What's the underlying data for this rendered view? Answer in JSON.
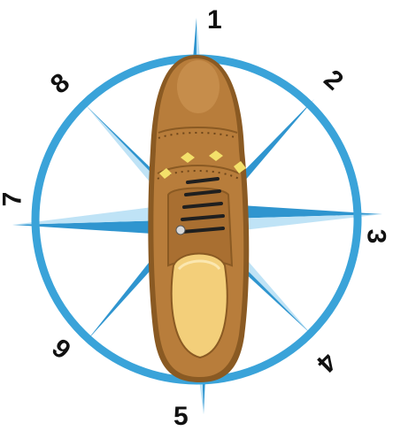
{
  "labels": [
    "1",
    "2",
    "3",
    "4",
    "5",
    "6",
    "7",
    "8"
  ],
  "colors": {
    "ring": "#3aa3d9",
    "star_dark": "#2f95cf",
    "star_light": "#bfe3f6",
    "leather": "#b87d3b",
    "leather_dark": "#8a5a23",
    "lining": "#f3cf7a",
    "laces": "#1f1f1f"
  },
  "icons": [
    "compass-rose-icon",
    "shoe-icon"
  ]
}
